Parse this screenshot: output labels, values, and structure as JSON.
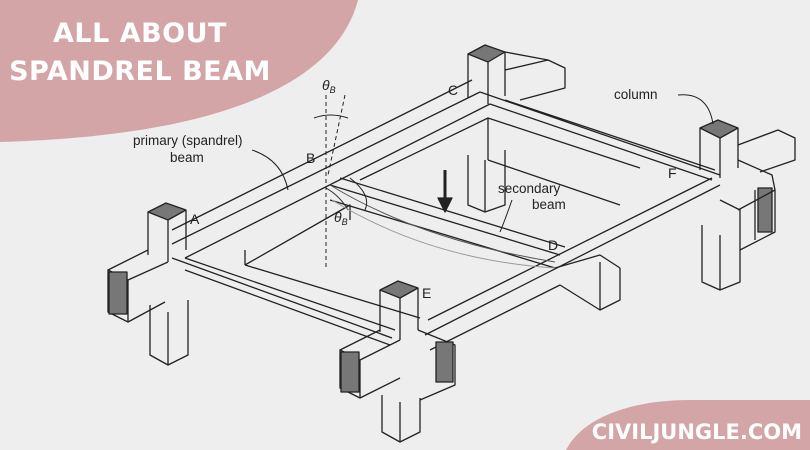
{
  "header": {
    "title_line_1": "ALL ABOUT",
    "title_line_2": "SPANDREL BEAM"
  },
  "footer": {
    "brand": "CIVILJUNGLE.COM"
  },
  "colors": {
    "background": "#eeeeee",
    "banner": "#d4a5a7",
    "line": "#222222",
    "column_cap": "#777777"
  },
  "diagram": {
    "points": {
      "a": "A",
      "b": "B",
      "c": "C",
      "d": "D",
      "e": "E",
      "f": "F"
    },
    "labels": {
      "primary_line_1": "primary (spandrel)",
      "primary_line_2": "beam",
      "secondary_line_1": "secondary",
      "secondary_line_2": "beam",
      "column": "column",
      "theta_top": "θ",
      "theta_top_sub": "B",
      "theta_mid": "θ",
      "theta_mid_sub": "B"
    }
  }
}
